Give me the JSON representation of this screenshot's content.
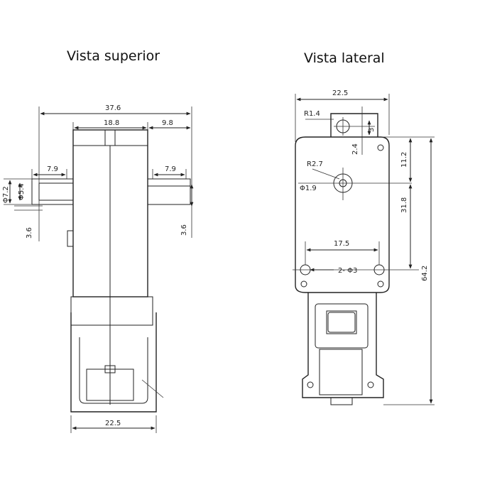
{
  "titles": {
    "top_view": "Vista superior",
    "side_view": "Vista lateral"
  },
  "top_view": {
    "overall_width": "37.6",
    "body_width": "18.8",
    "shaft_extent": "9.8",
    "shaft_left_len": "7.9",
    "shaft_right_len": "7.9",
    "shaft_diam_outer": "Φ7.2",
    "shaft_diam_inner": "Φ5.4",
    "flat_left": "3.6",
    "flat_right": "3.6",
    "bottom_width": "22.5"
  },
  "side_view": {
    "top_width": "22.5",
    "radius_small": "R1.4",
    "small_offset": "3",
    "tab_height": "2.4",
    "radius_center": "R2.7",
    "diam_center": "Φ1.9",
    "center_offset": "11.2",
    "hole_spacing": "17.5",
    "hole_spec": "2- Φ3",
    "hole_offset": "31.8",
    "total_height": "64.2"
  }
}
